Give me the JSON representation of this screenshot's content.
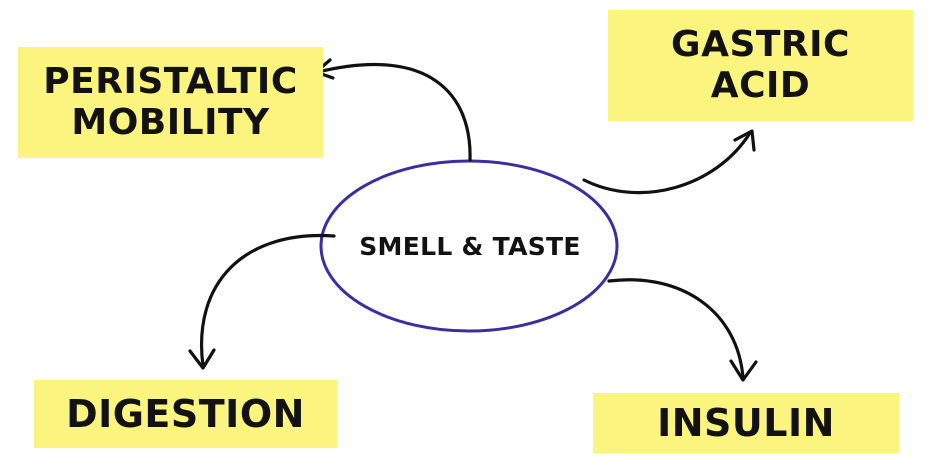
{
  "center": {
    "label": "SMELL & TASTE",
    "outline_color": "#3b2ea0"
  },
  "boxes": {
    "peristaltic": {
      "line1": "PERISTALTIC",
      "line2": "MOBILITY"
    },
    "gastric": {
      "line1": "GASTRIC",
      "line2": "ACID"
    },
    "digestion": {
      "label": "DIGESTION"
    },
    "insulin": {
      "label": "INSULIN"
    }
  },
  "colors": {
    "box_fill": "#fbf47e",
    "arrow": "#111111",
    "text": "#121212"
  }
}
